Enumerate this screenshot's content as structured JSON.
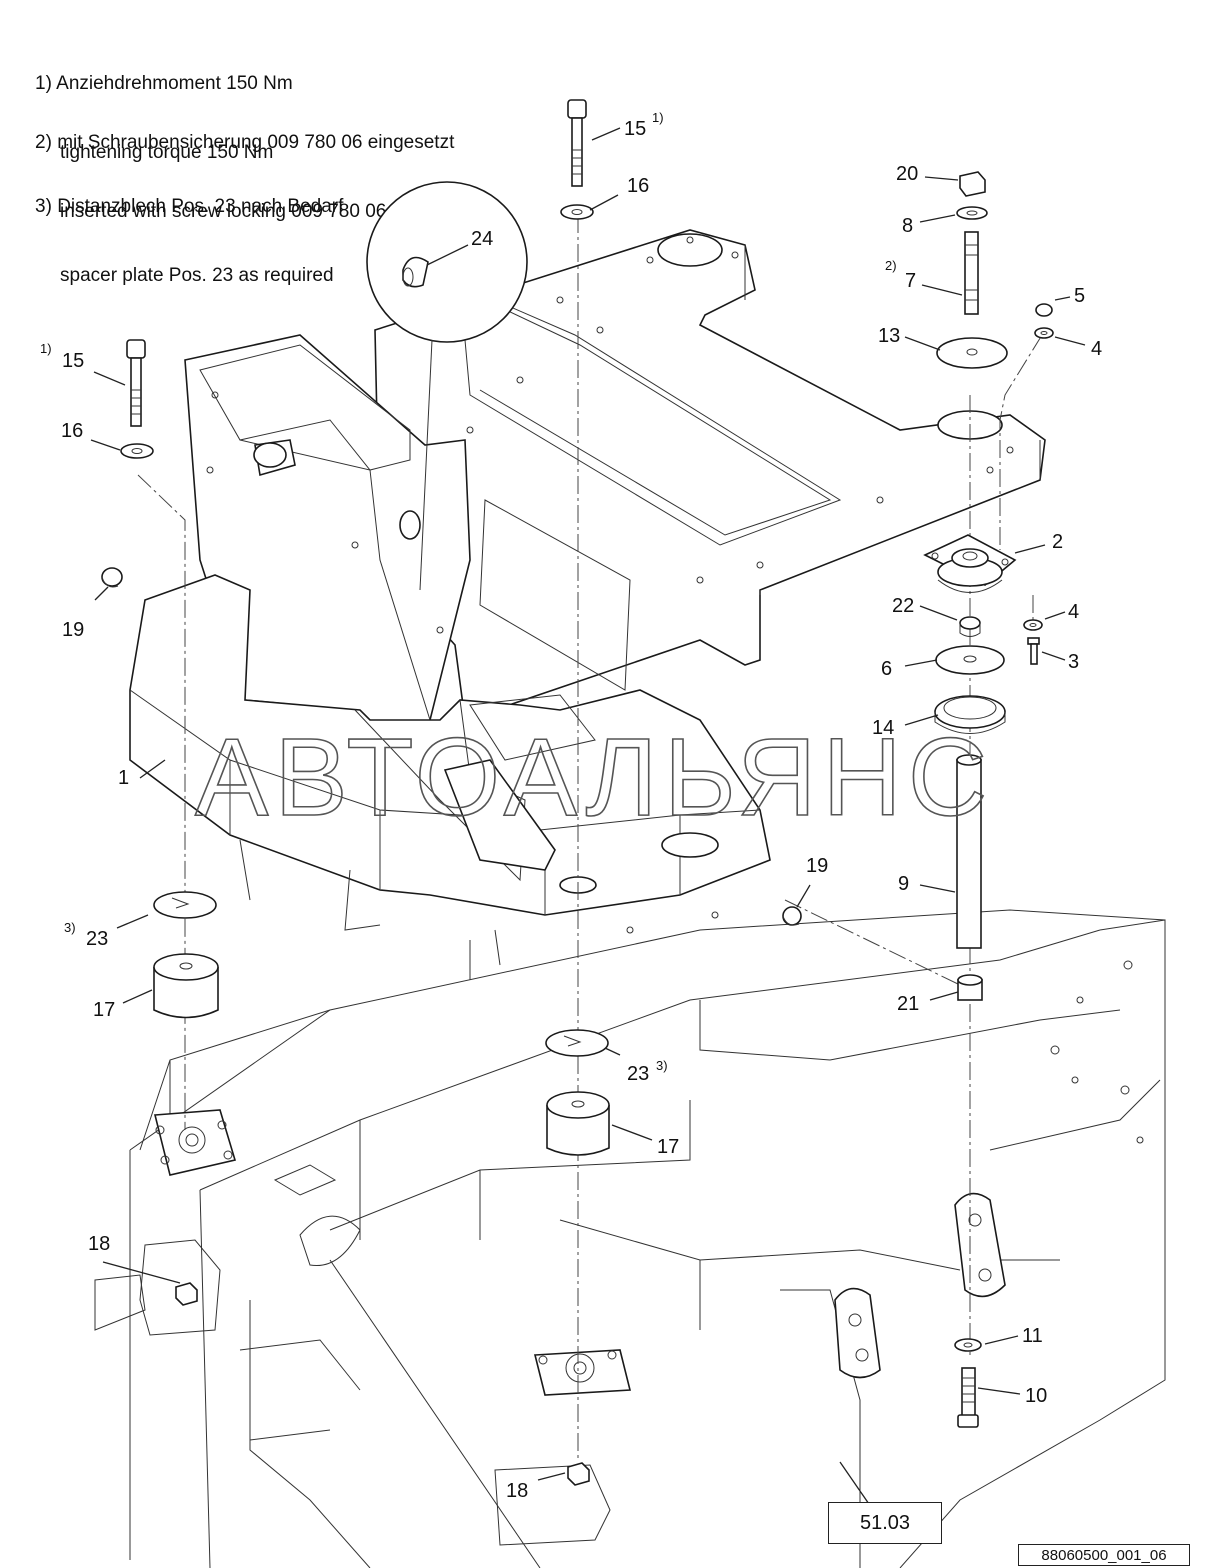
{
  "notes": [
    {
      "marker": "1)",
      "de": "Anziehdrehmoment 150 Nm",
      "en": "tightening torque 150 Nm"
    },
    {
      "marker": "2)",
      "de": "mit Schraubensicherung 009 780 06 eingesetzt",
      "en": "inserted with screw locking 009 780 06"
    },
    {
      "marker": "3)",
      "de": "Distanzblech Pos. 23 nach Bedarf",
      "en": "spacer plate Pos. 23 as required"
    }
  ],
  "callouts": {
    "c1": "1",
    "c2": "2",
    "c3": "3",
    "c4a": "4",
    "c4b": "4",
    "c5": "5",
    "c6": "6",
    "c7": "7",
    "c8": "8",
    "c9": "9",
    "c10": "10",
    "c11": "11",
    "c13": "13",
    "c14": "14",
    "c15a": "15",
    "c15b": "15",
    "c16a": "16",
    "c16b": "16",
    "c17a": "17",
    "c17b": "17",
    "c18a": "18",
    "c18b": "18",
    "c19a": "19",
    "c19b": "19",
    "c20": "20",
    "c21": "21",
    "c22": "22",
    "c23a": "23",
    "c23b": "23",
    "c24": "24"
  },
  "superscripts": {
    "s1": "1)",
    "s2": "1)",
    "s3": "2)",
    "s4": "3)",
    "s5": "3)"
  },
  "watermark": "АВТОАЛЬЯНС",
  "ref_box": "51.03",
  "drawing_id": "88060500_001_06"
}
